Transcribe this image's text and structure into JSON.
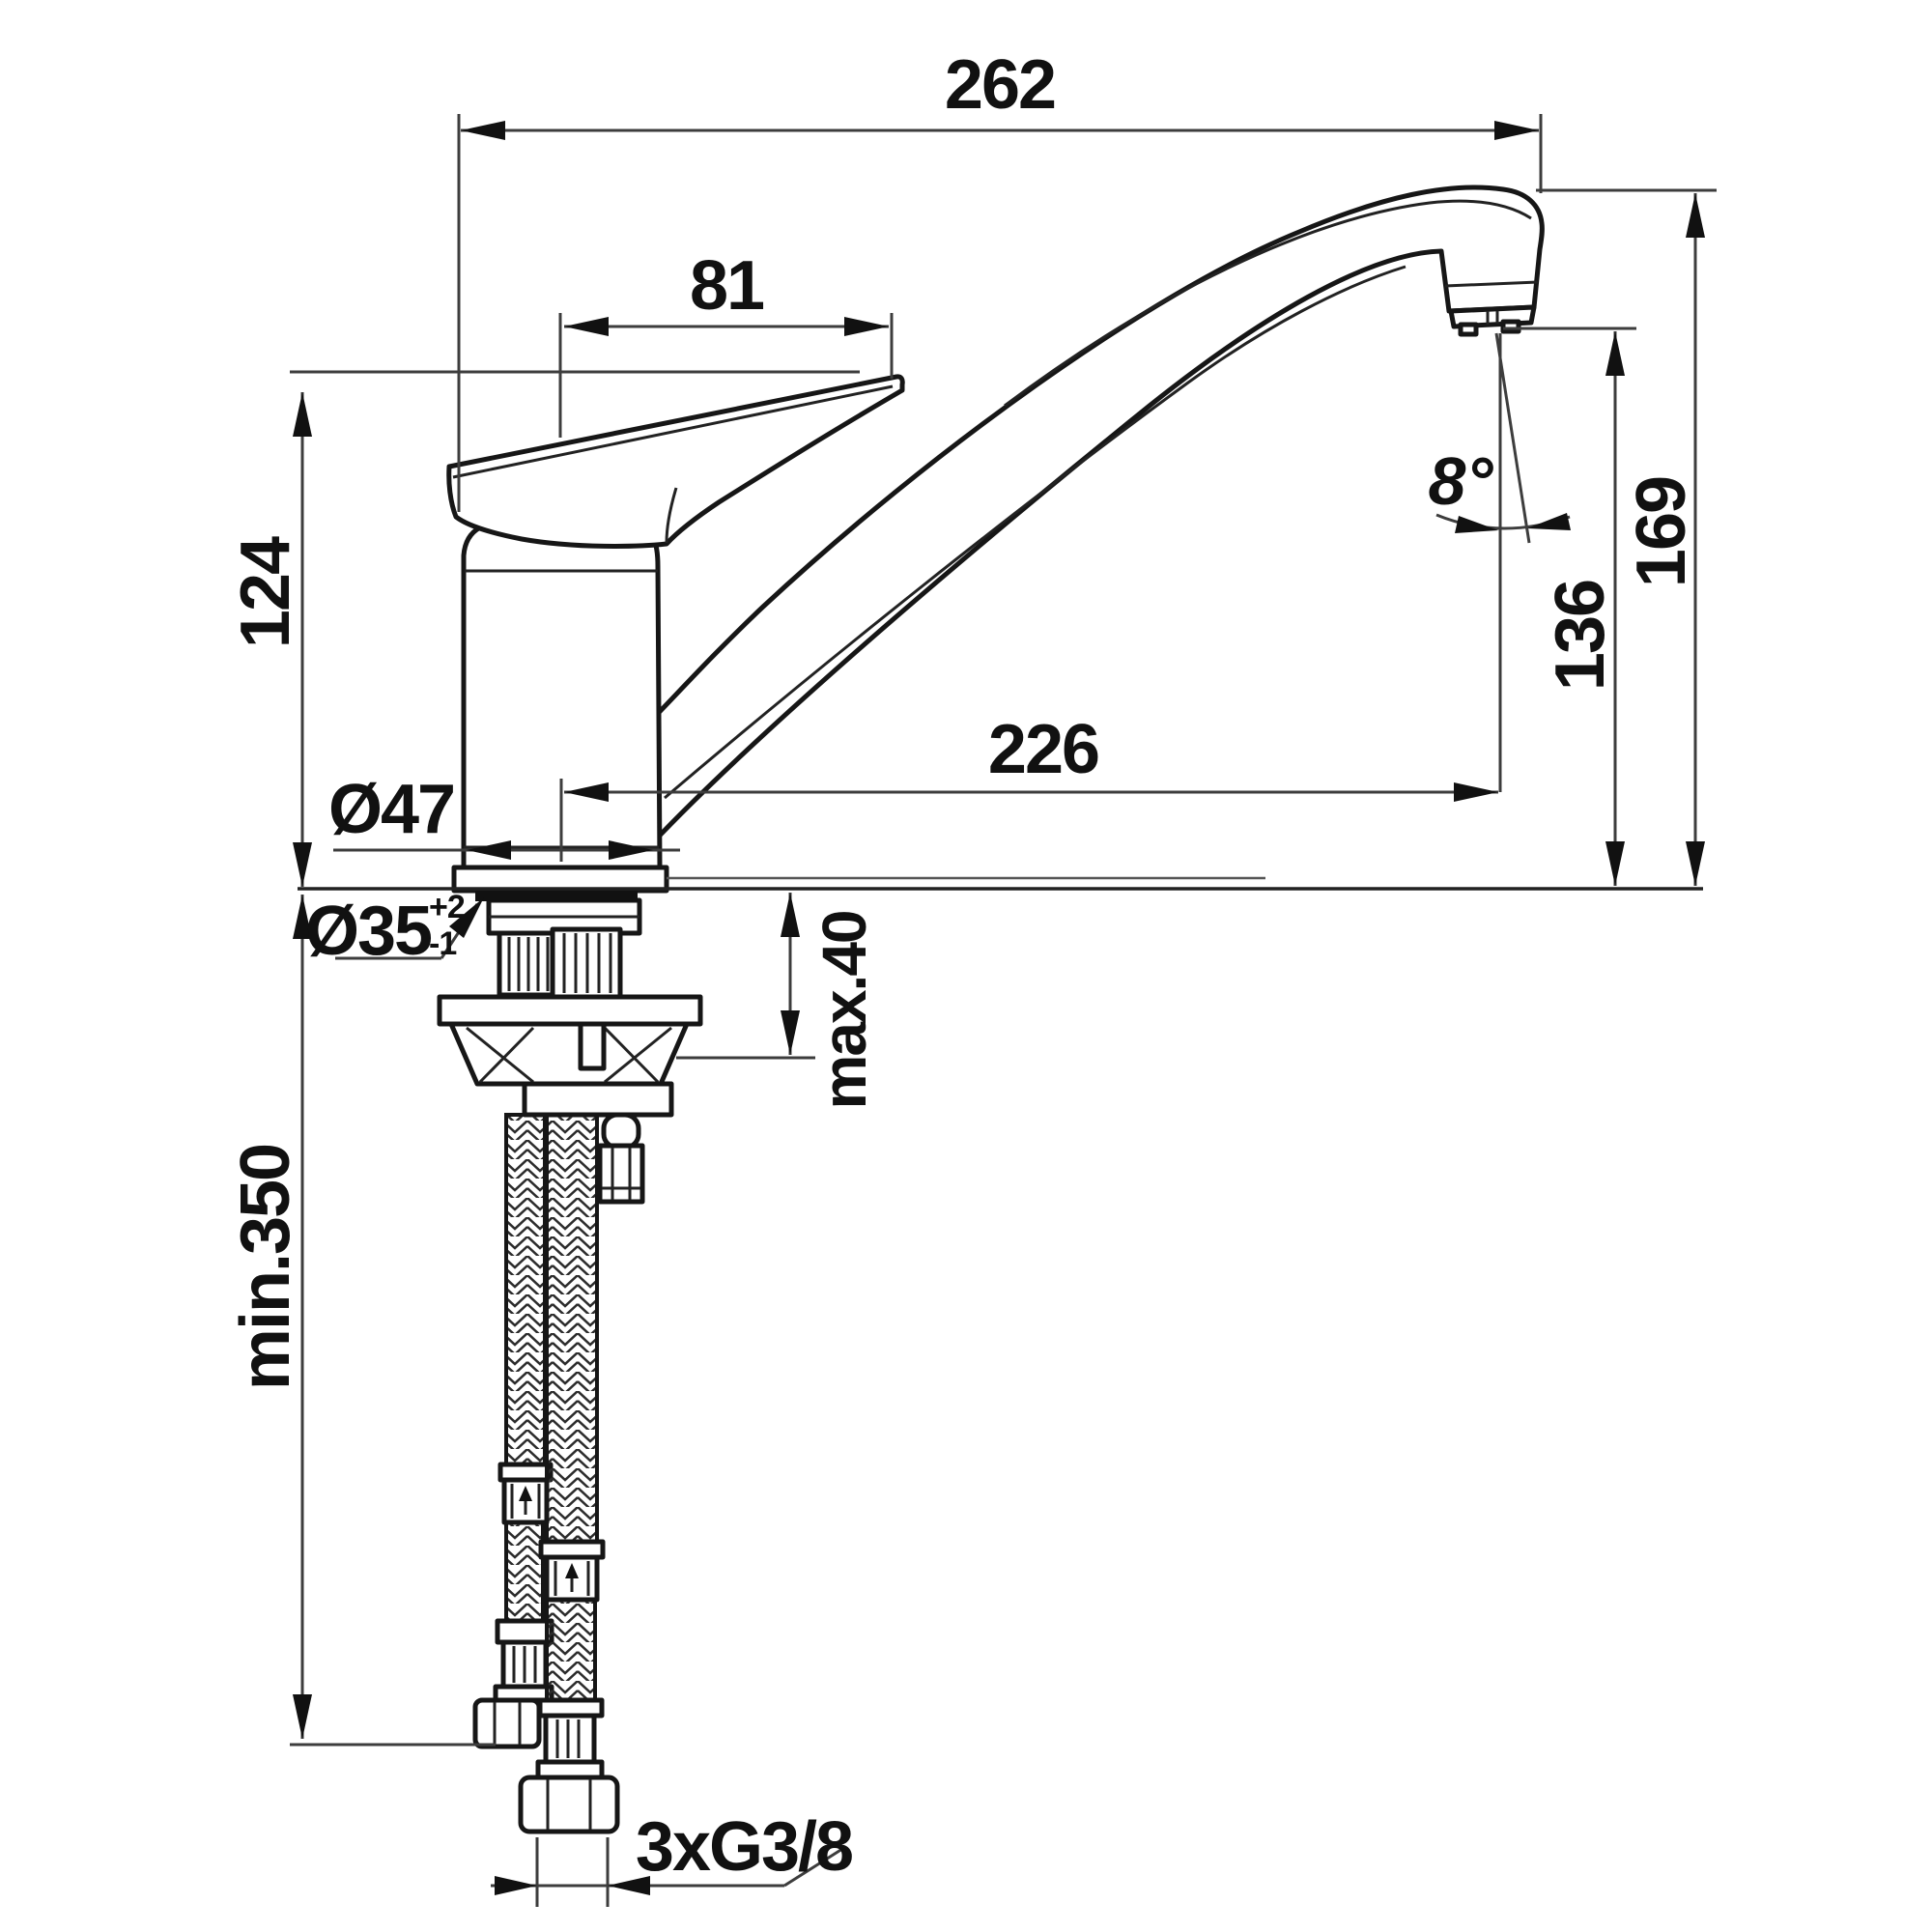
{
  "drawing": {
    "type": "technical-dimension-drawing",
    "subject": "single-lever kitchen sink mixer tap, side elevation with mounting parts",
    "units": "mm",
    "background_color": "#ffffff",
    "line_color": "#161616",
    "dims": {
      "overall_width": "262",
      "handle_reach": "81",
      "height_to_handle": "124",
      "spout_reach": "226",
      "body_diameter": "Ø47",
      "hole_diameter": "Ø35",
      "hole_tol_plus": "+2",
      "hole_tol_minus": "-1",
      "deck_thickness": "max.40",
      "outlet_height": "136",
      "total_height": "169",
      "outlet_angle": "8°",
      "hose_length": "min.350",
      "connections": "3xG3/8"
    }
  }
}
